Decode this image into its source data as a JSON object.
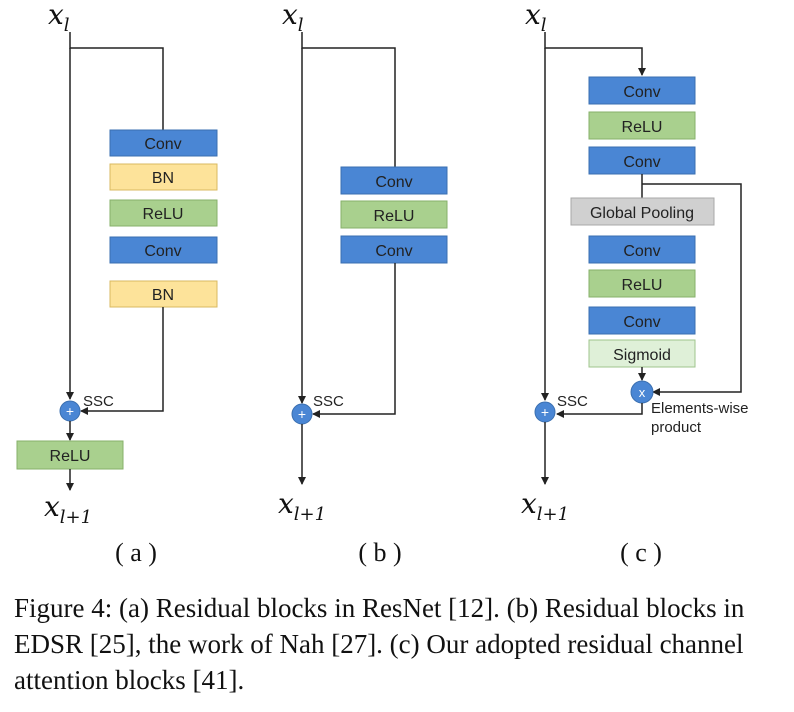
{
  "colors": {
    "conv": "#4a86d4",
    "bn": "#fde39a",
    "relu": "#a9d08e",
    "pool": "#d0d0d0",
    "sigmoid": "#dff0d8",
    "node": "#4a86d4",
    "line": "#222222"
  },
  "panel_a": {
    "input": "x",
    "input_sub": "l",
    "blocks": [
      "Conv",
      "BN",
      "ReLU",
      "Conv",
      "BN"
    ],
    "ssc": "SSC",
    "add_symbol": "+",
    "post_relu": "ReLU",
    "output": "x",
    "output_sub": "l+1",
    "label": "( a )"
  },
  "panel_b": {
    "input": "x",
    "input_sub": "l",
    "blocks": [
      "Conv",
      "ReLU",
      "Conv"
    ],
    "ssc": "SSC",
    "add_symbol": "+",
    "output": "x",
    "output_sub": "l+1",
    "label": "( b )"
  },
  "panel_c": {
    "input": "x",
    "input_sub": "l",
    "blocks": [
      "Conv",
      "ReLU",
      "Conv"
    ],
    "pooling": "Global Pooling",
    "attention_blocks": [
      "Conv",
      "ReLU",
      "Conv"
    ],
    "sigmoid": "Sigmoid",
    "mul_symbol": "x",
    "product_label_1": "Elements-wise",
    "product_label_2": "product",
    "ssc": "SSC",
    "add_symbol": "+",
    "output": "x",
    "output_sub": "l+1",
    "label": "( c )"
  },
  "caption": "Figure 4: (a) Residual blocks in ResNet [12]. (b) Residual blocks in EDSR [25], the work of Nah [27]. (c) Our adopted residual channel attention blocks [41]."
}
